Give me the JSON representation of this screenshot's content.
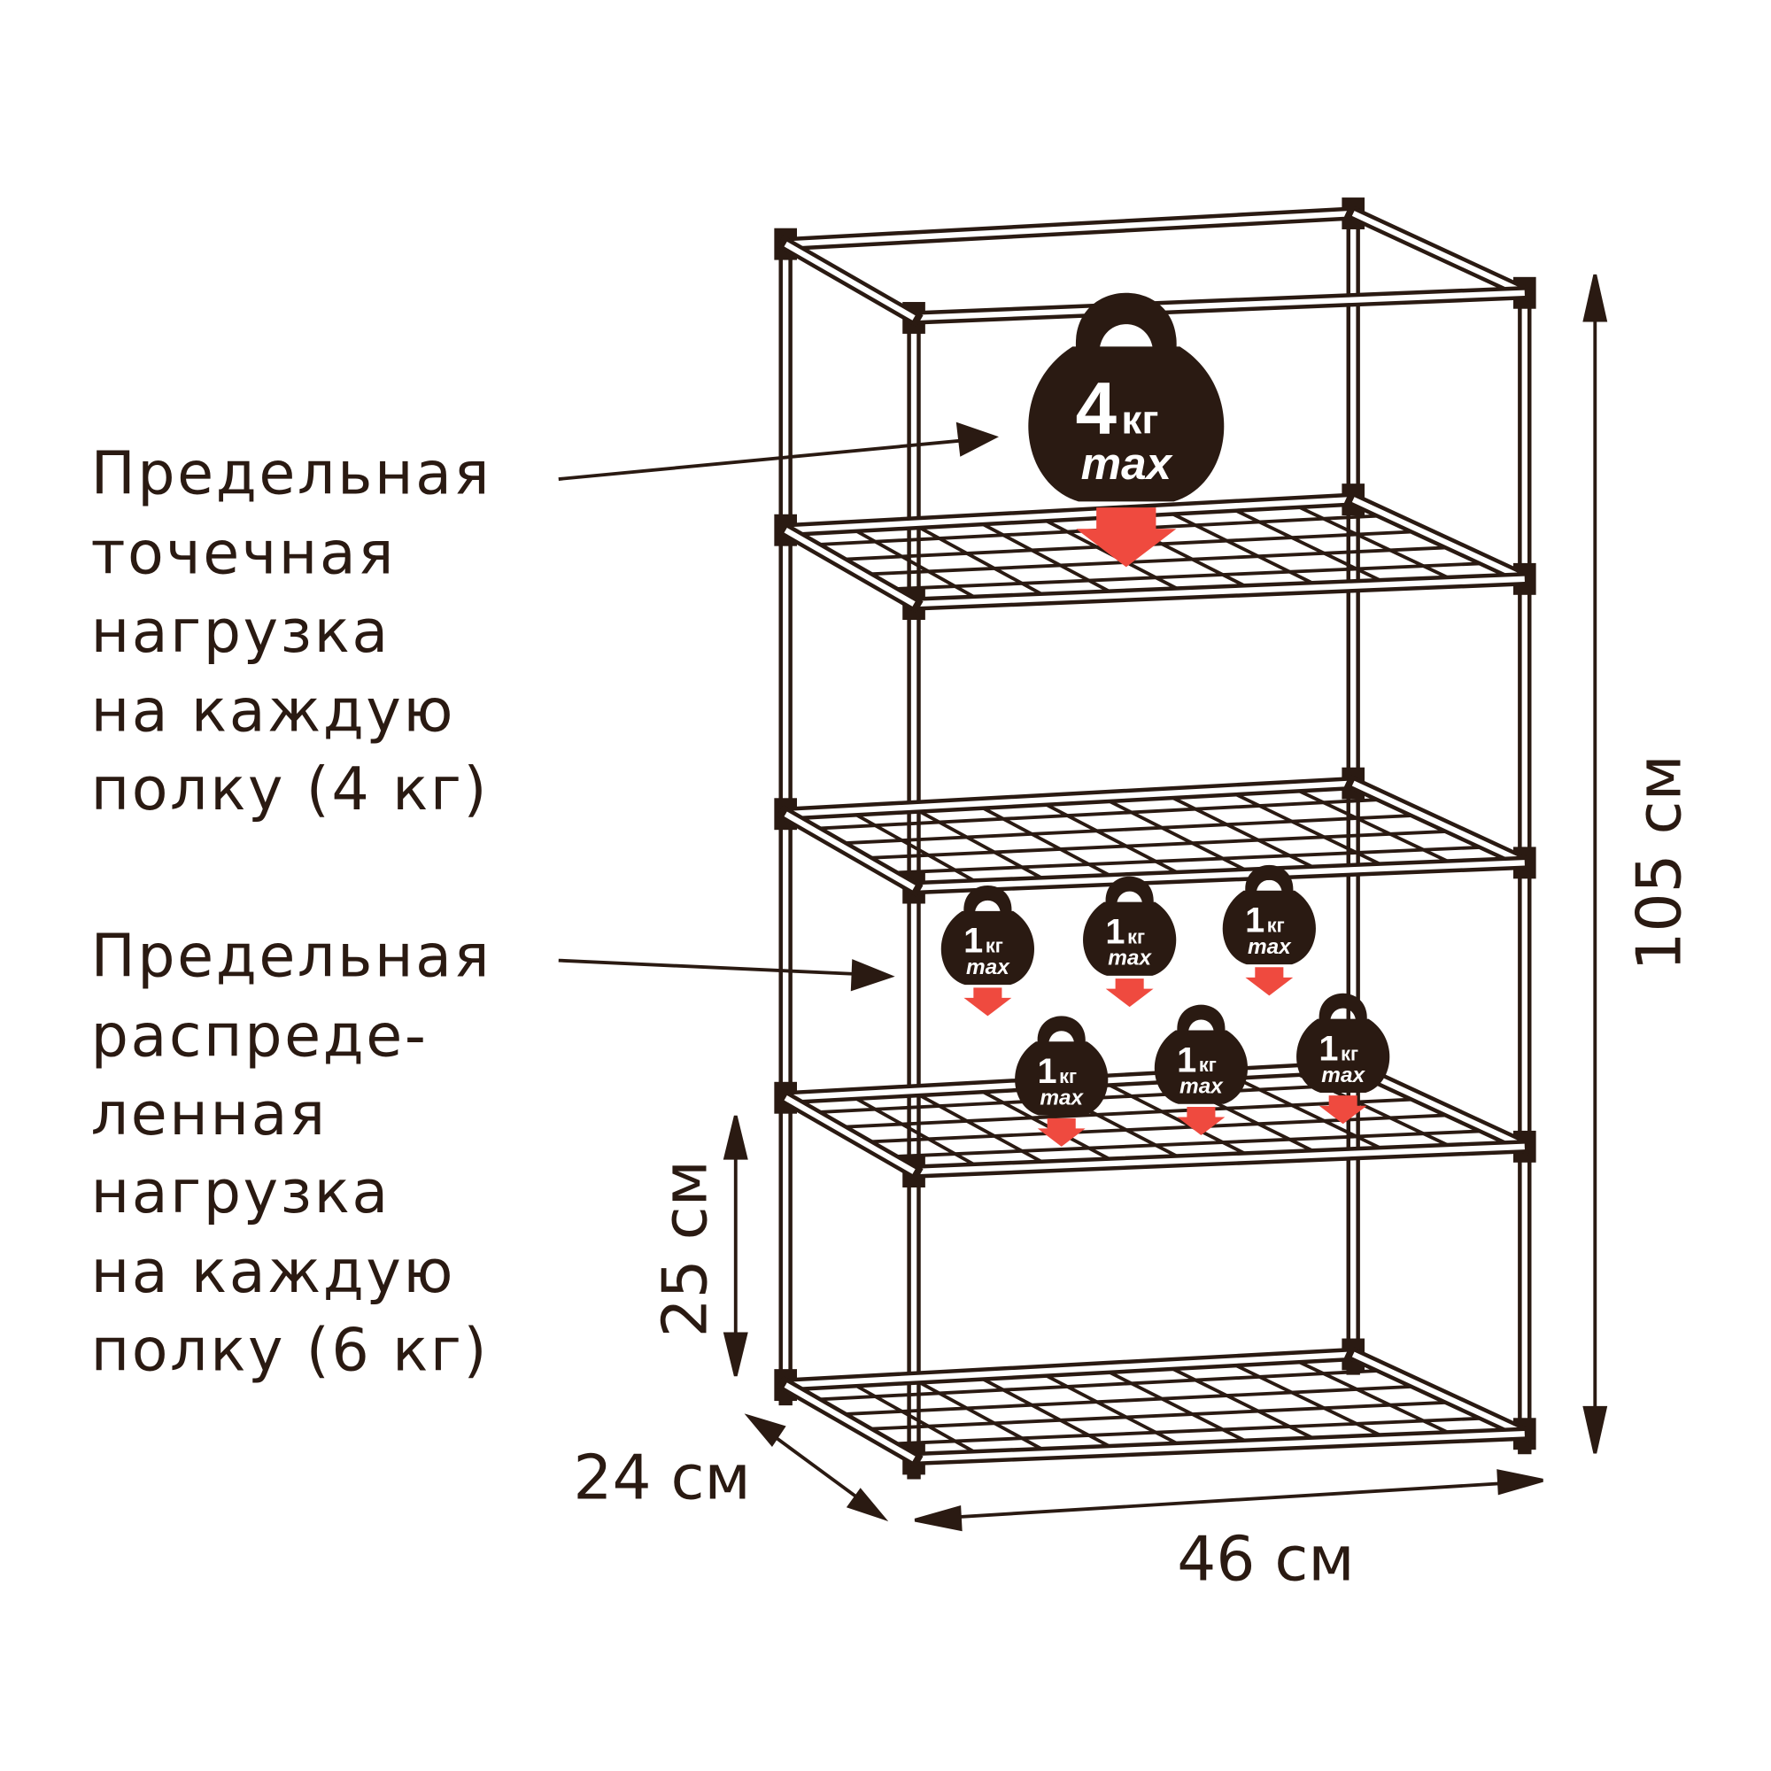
{
  "labels": {
    "point_load": [
      "Предельная",
      "точечная",
      "нагрузка",
      "на каждую",
      "полку (4 кг)"
    ],
    "distributed_load": [
      "Предельная",
      "распреде-",
      "ленная",
      "нагрузка",
      "на каждую",
      "полку (6 кг)"
    ]
  },
  "dimensions": {
    "height": "105 см",
    "shelf_gap": "25 см",
    "depth": "24 см",
    "width": "46 см"
  },
  "kettlebells": {
    "big": {
      "value": "4",
      "unit": "кг",
      "note": "max"
    },
    "small": {
      "value": "1",
      "unit": "кг",
      "note": "max",
      "count": 6
    }
  },
  "colors": {
    "frame": "#2a1a12",
    "arrow": "#ef4a3f",
    "text": "#2a1a12"
  }
}
